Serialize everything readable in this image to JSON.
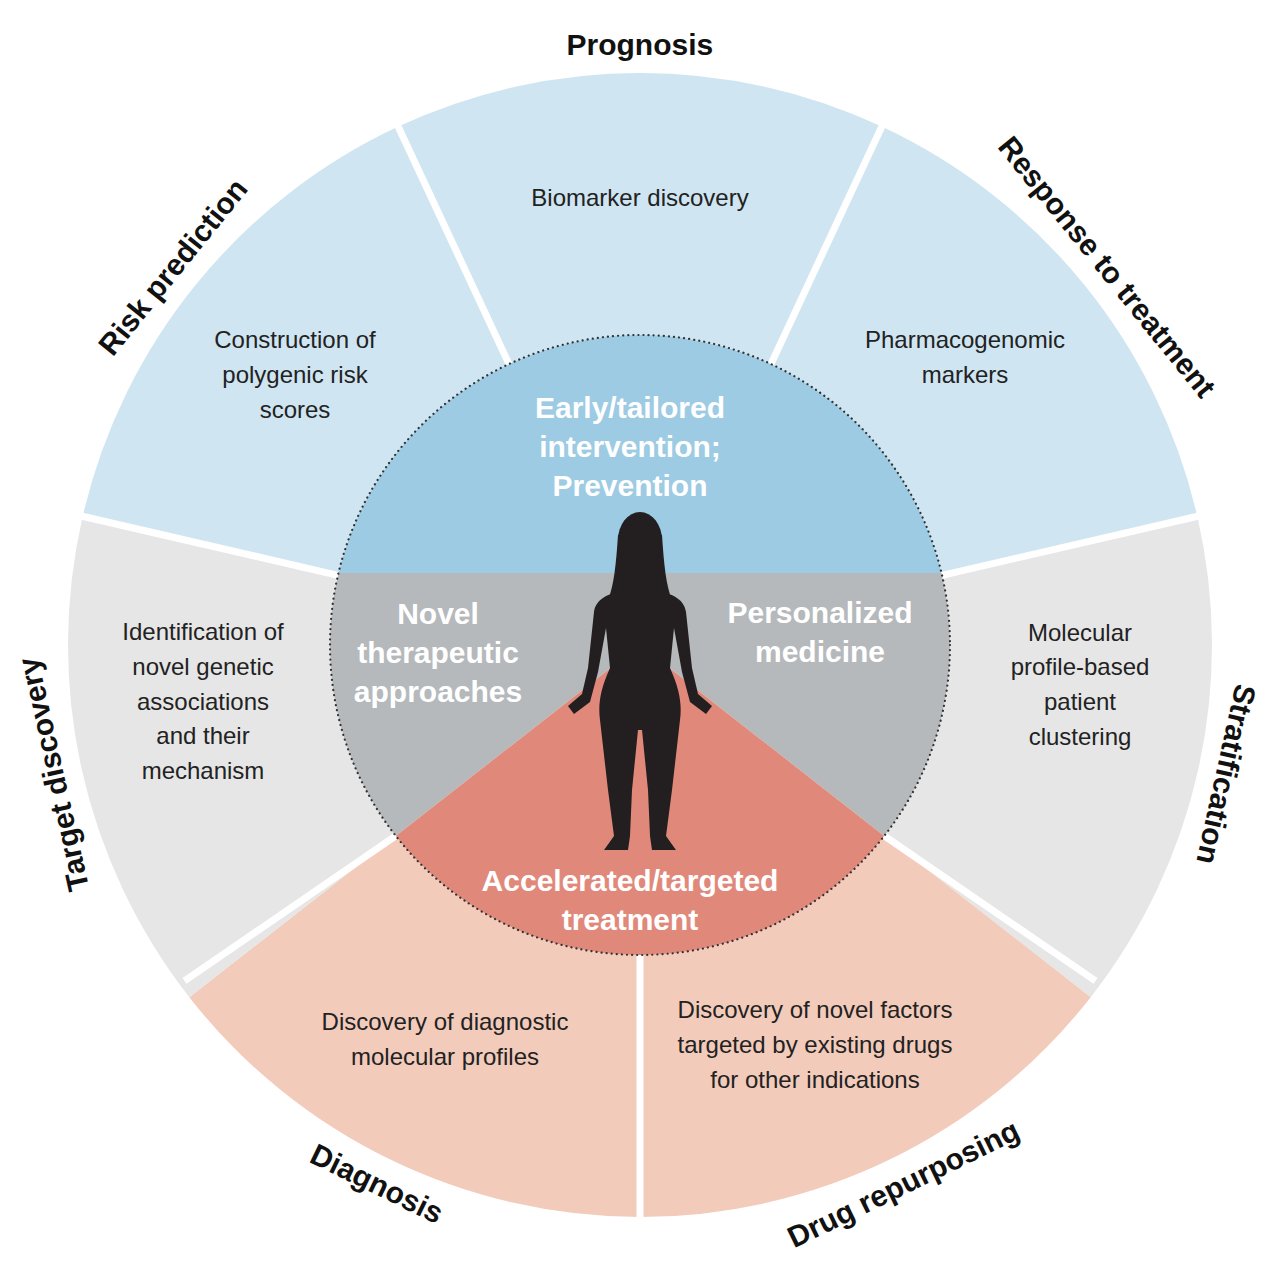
{
  "diagram": {
    "nodes": [
      {
        "text": [
          "Risk prediction",
          "Construction of polygenic risk scores"
        ]
      },
      {
        "text": [
          "Prognosis",
          "Biomarker discovery"
        ]
      },
      {
        "text": [
          "Response to treatment",
          "Pharmacogenomic markers"
        ]
      },
      {
        "text": [
          "Stratification",
          "Molecular profile-based patient clustering"
        ]
      },
      {
        "text": [
          "Drug repurposing",
          "Discovery of novel factors targeted by existing drugs for other indications"
        ]
      },
      {
        "text": [
          "Diagnosis",
          "Discovery of diagnostic molecular profiles"
        ]
      },
      {
        "text": [
          "Target discovery",
          "Identification of novel genetic associations and their mechanism"
        ]
      },
      {
        "text": [
          "Early/tailored intervention; Prevention"
        ]
      },
      {
        "text": [
          "Novel therapeutic approaches"
        ]
      },
      {
        "text": [
          "Personalized medicine"
        ]
      },
      {
        "text": [
          "Accelerated/targeted treatment"
        ]
      }
    ]
  }
}
